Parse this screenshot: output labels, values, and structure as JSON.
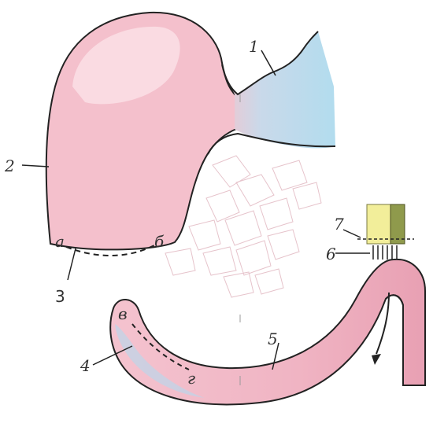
{
  "labels": {
    "n1": "1",
    "n2": "2",
    "n3": "3",
    "n4": "4",
    "n5": "5",
    "n6": "6",
    "n7": "7",
    "a": "а",
    "b": "б",
    "v": "в",
    "g": "г"
  },
  "colors": {
    "pink": "#f2b9c6",
    "pink_dark": "#e59aae",
    "blue": "#b6dcec",
    "yellow": "#f2ee9a",
    "olive": "#8f9a4c",
    "outline": "#222222",
    "mesh": "#ead0d6"
  }
}
